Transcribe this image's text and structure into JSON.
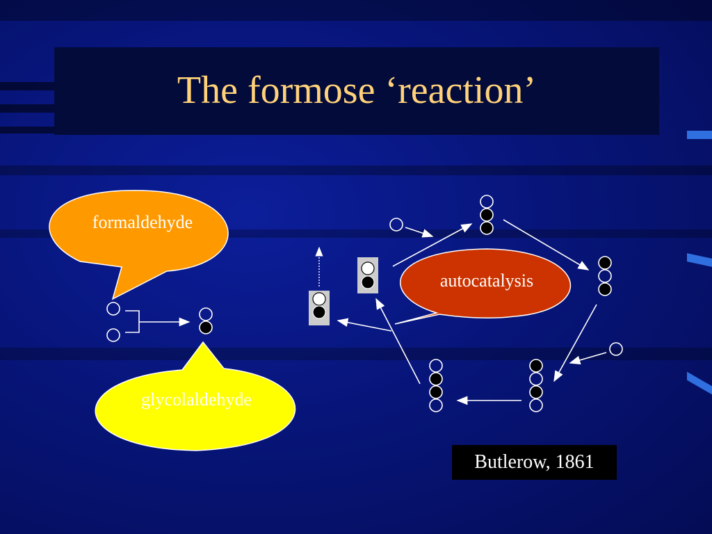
{
  "slide": {
    "title": "The formose ‘reaction’",
    "formaldehyde_label": "formaldehyde",
    "glycolaldehyde_label": "glycolaldehyde",
    "autocatalysis_label": "autocatalysis",
    "citation": "Butlerow, 1861"
  },
  "colors": {
    "title": "#ffd27a",
    "formaldehyde_bubble": "#ff9900",
    "glycolaldehyde_bubble": "#ffff00",
    "autocatalysis_bubble": "#cc3300",
    "background": "#07157a"
  }
}
